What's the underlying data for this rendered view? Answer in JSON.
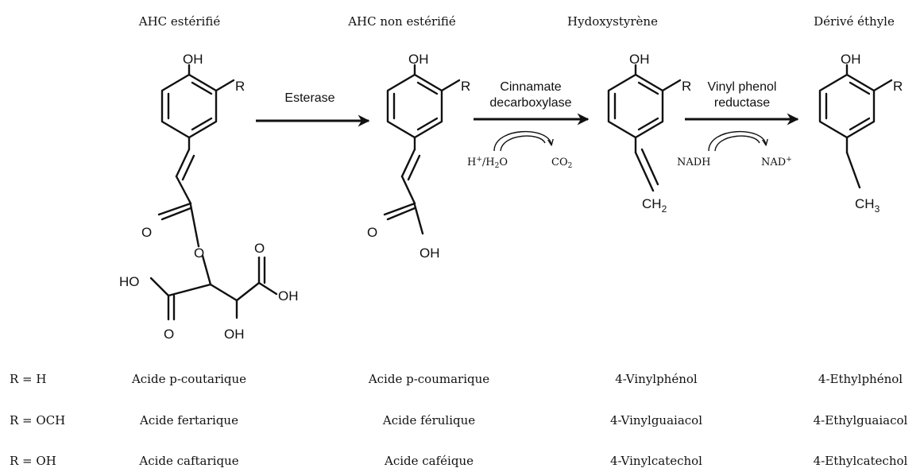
{
  "headers": {
    "col1": "AHC estérifié",
    "col2": "AHC non estérifié",
    "col3": "Hydoxystyrène",
    "col4": "Dérivé éthyle"
  },
  "atoms": {
    "oh": "OH",
    "r": "R",
    "o": "O",
    "ho": "HO",
    "ch2": "CH",
    "ch2_sub": "2",
    "ch3": "CH",
    "ch3_sub": "3"
  },
  "enzymes": {
    "esterase": "Esterase",
    "decarboxylase_line1": "Cinnamate",
    "decarboxylase_line2": "decarboxylase",
    "reductase_line1": "Vinyl phenol",
    "reductase_line2": "reductase"
  },
  "cofactors": {
    "h_plus": "H",
    "h_plus_sup": "+",
    "h2o_slash": "/H",
    "h2o_sub": "2",
    "h2o_o": "O",
    "co2_c": "CO",
    "co2_sub": "2",
    "nadh": "NADH",
    "nad": "NAD",
    "nad_sup": "+"
  },
  "table": {
    "rows": [
      {
        "r": "R = H",
        "c1": "Acide p-coutarique",
        "c2": "Acide p-coumarique",
        "c3": "4-Vinylphénol",
        "c4": "4-Ethylphénol"
      },
      {
        "r": "R = OCH",
        "c1": "Acide fertarique",
        "c2": "Acide férulique",
        "c3": "4-Vinylguaiacol",
        "c4": "4-Ethylguaiacol"
      },
      {
        "r": "R = OH",
        "c1": "Acide caftarique",
        "c2": "Acide caféique",
        "c3": "4-Vinylcatechol",
        "c4": "4-Ethylcatechol"
      }
    ]
  }
}
